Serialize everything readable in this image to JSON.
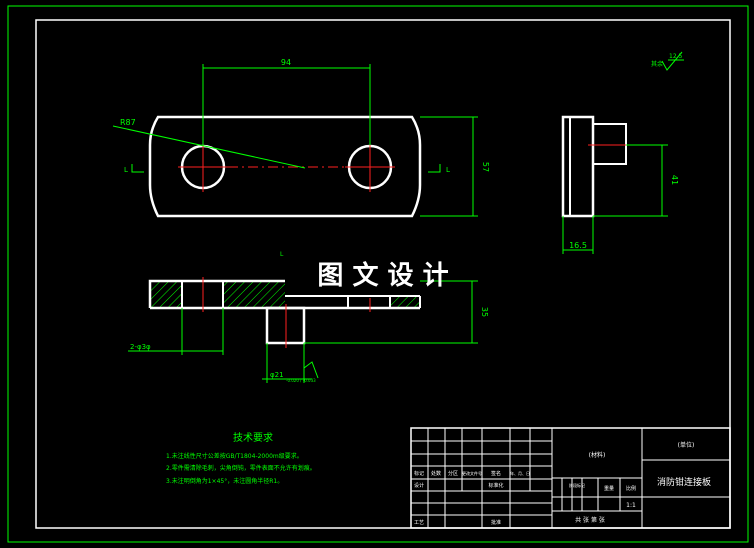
{
  "drawing": {
    "dimensions": {
      "hole_spacing": "94",
      "radius": "R87",
      "height_right": "57",
      "side_height": "41",
      "side_width": "16.5",
      "section_height": "35",
      "holes": "2-φ3φ",
      "shaft": "φ21",
      "shaft_tolerance": "-0.020 / -0.033",
      "surface_finish": "12.5",
      "roughness_rest": "其余",
      "small_mark": "L"
    },
    "section_marks": {
      "left": "L",
      "right": "L"
    },
    "watermark": "图 文 设 计",
    "tech_requirements": {
      "title": "技术要求",
      "items": [
        "1.未注线性尺寸公差按GB/T1804-2000m级要求。",
        "2.零件需清除毛刺，尖角倒钝，零件表面不允许有划痕。",
        "3.未注明倒角为1×45°，未注圆角半径R1。"
      ]
    },
    "title_block": {
      "material": "(材料)",
      "company": "(单位)",
      "part_name": "消防钳连接板",
      "scale": "1:1",
      "weight_label": "重量",
      "scale_label": "比例",
      "sheets": "共 张  第 张",
      "mark_label": "标记",
      "count_label": "处数",
      "zone_label": "分区",
      "change_label": "更改文件号",
      "sign_label": "签名",
      "date_label": "年、月、日",
      "design_label": "设计",
      "std_label": "标准化",
      "stage_label": "阶段标记",
      "craft_label": "工艺",
      "approve_label": "批准"
    }
  }
}
